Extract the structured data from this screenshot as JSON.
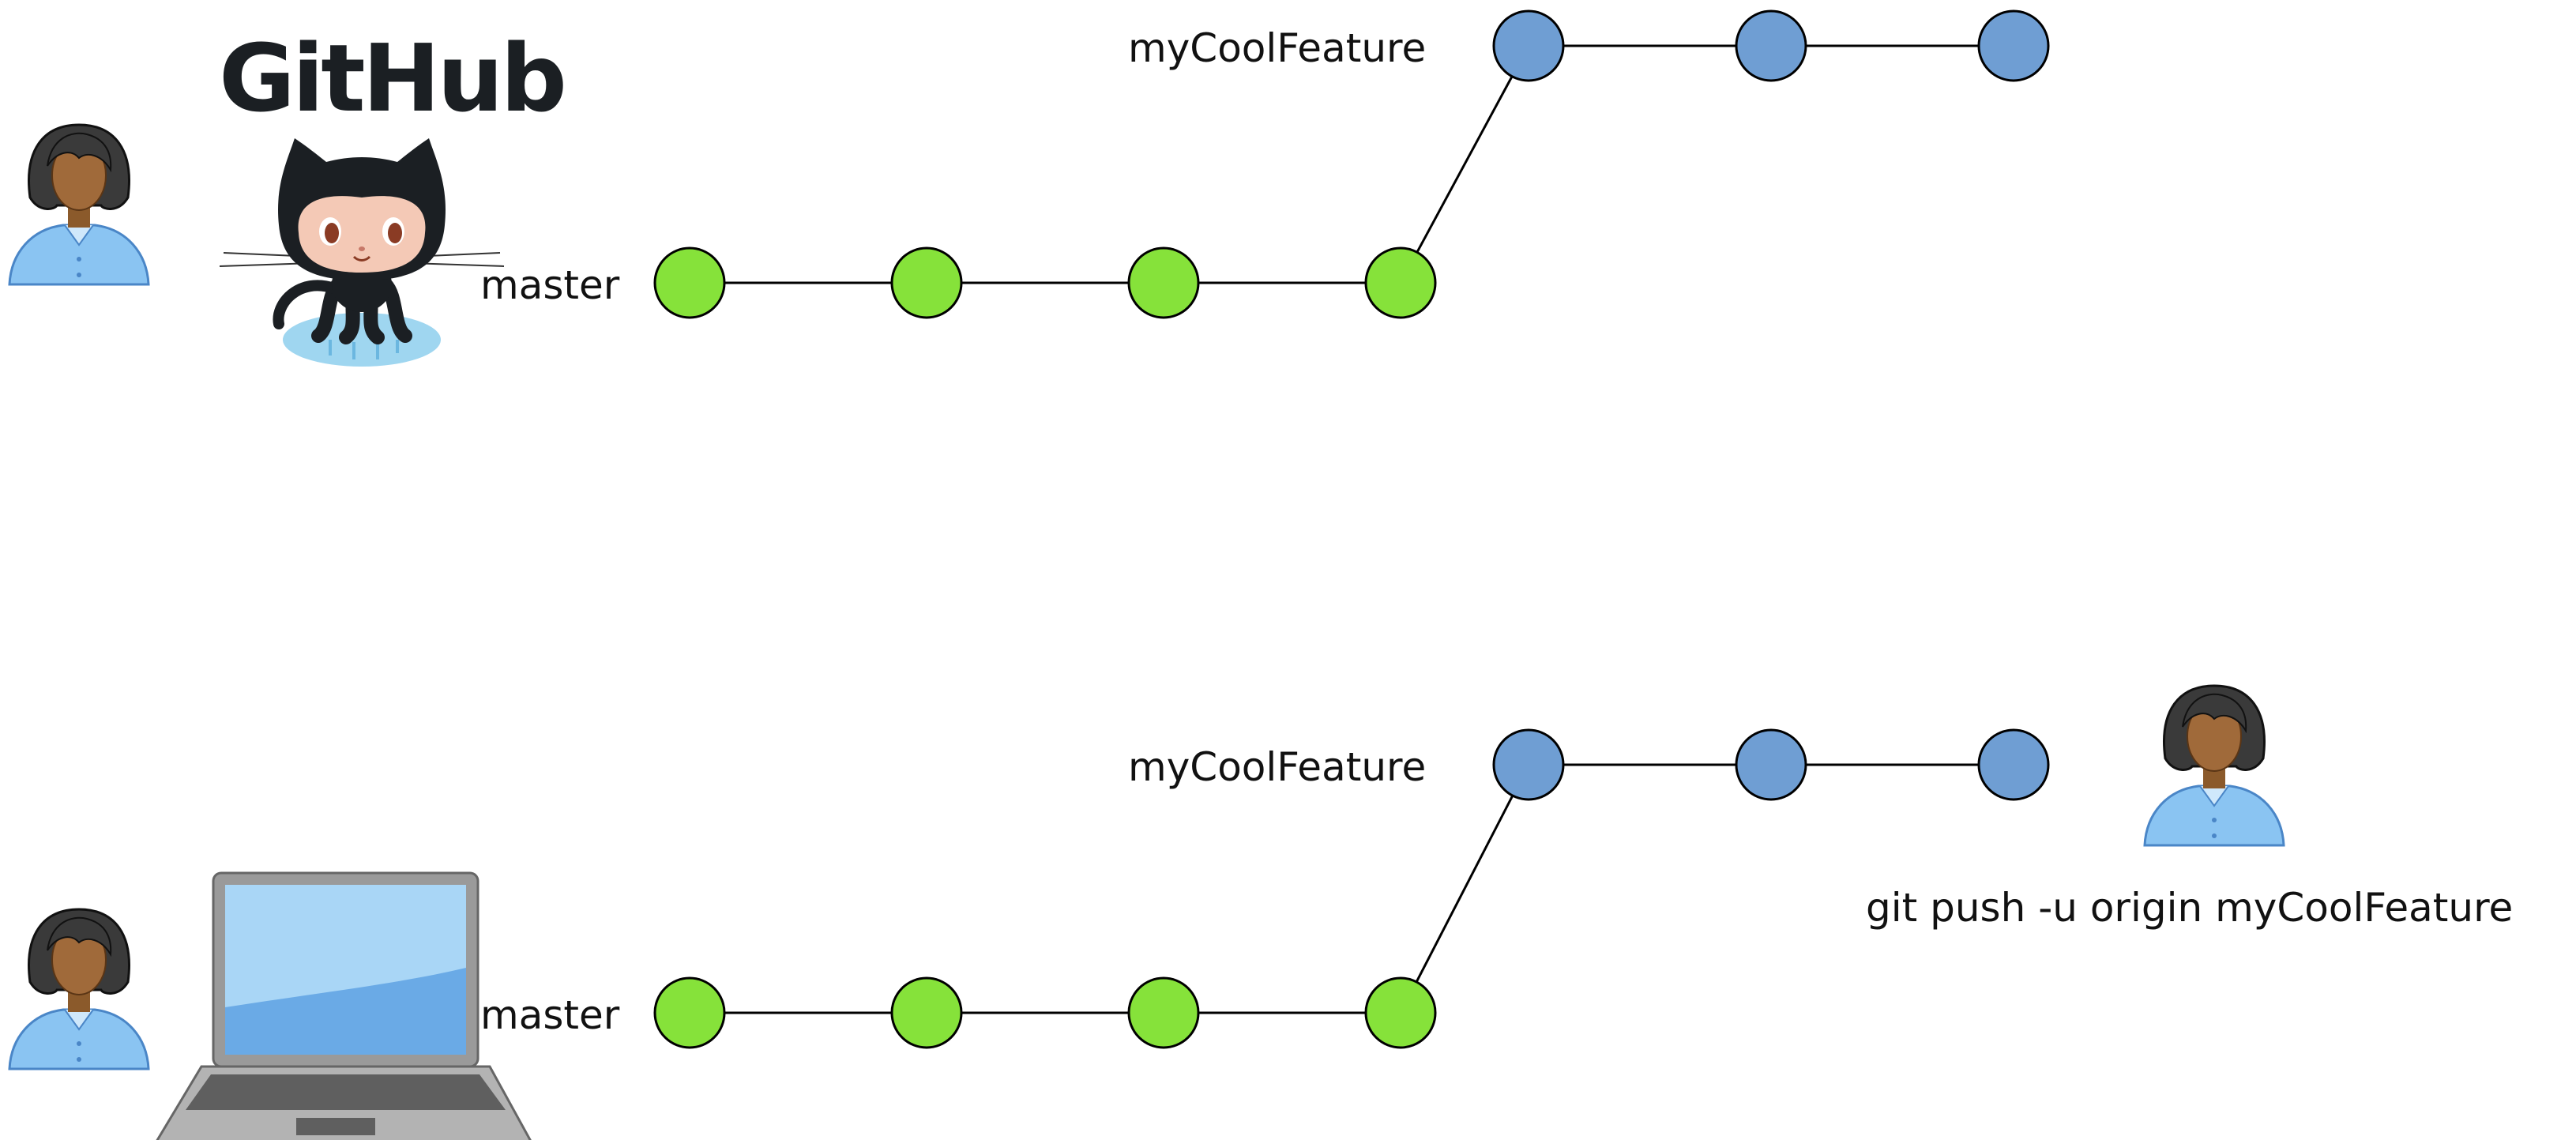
{
  "colors": {
    "master_commit": "#86e23a",
    "feature_commit": "#6f9ed3",
    "github_text": "#1b1f23"
  },
  "remote": {
    "logo_text": "GitHub",
    "master_label": "master",
    "feature_label": "myCoolFeature",
    "icons": [
      "user-avatar-icon",
      "github-octocat-icon"
    ]
  },
  "local": {
    "master_label": "master",
    "feature_label": "myCoolFeature",
    "command": "git push -u origin myCoolFeature",
    "icons": [
      "user-avatar-icon",
      "laptop-icon",
      "user-avatar-icon"
    ]
  }
}
